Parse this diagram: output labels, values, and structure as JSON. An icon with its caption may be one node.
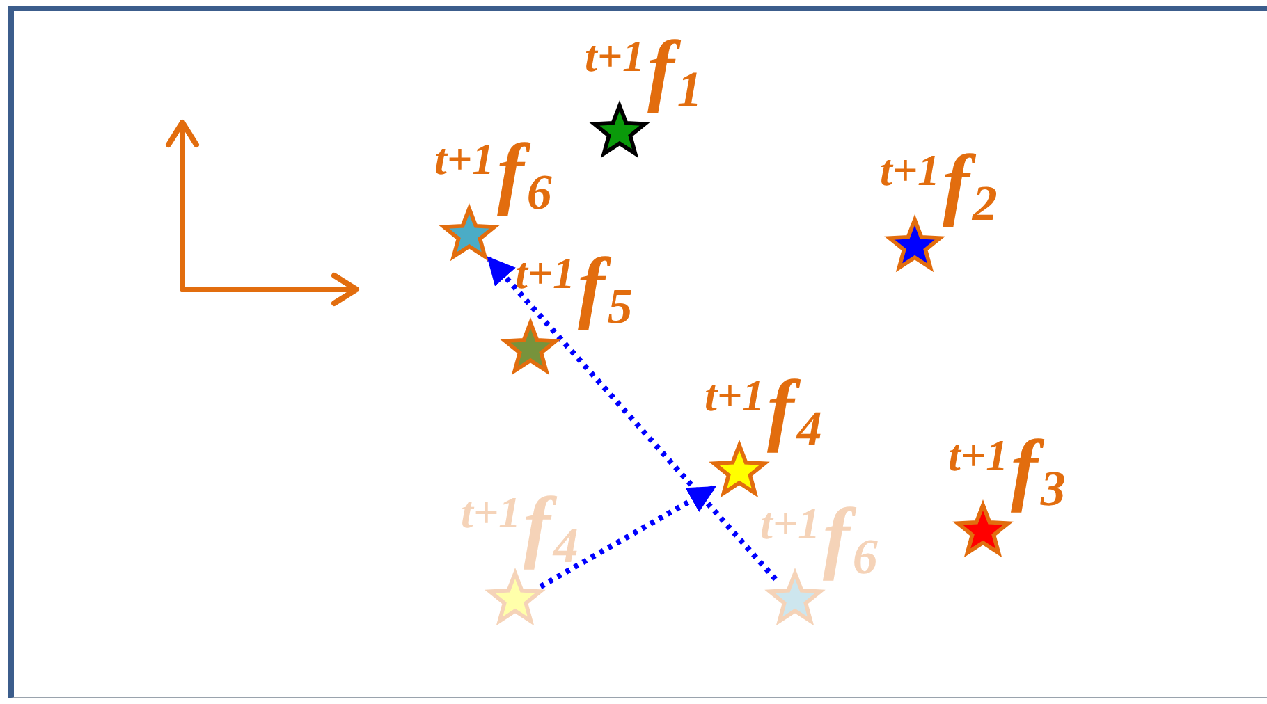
{
  "diagram": {
    "nodes": [
      {
        "text": [],
        "shape": "star",
        "beside": [
          "$^{t+1}$f$_{1}$"
        ]
      },
      {
        "text": [],
        "shape": "star",
        "beside": [
          "$^{t+1}$f$_{6}$"
        ]
      },
      {
        "text": [],
        "shape": "star",
        "beside": [
          "$^{t+1}$f$_{2}$"
        ]
      },
      {
        "text": [],
        "shape": "star",
        "beside": [
          "$^{t+1}$f$_{5}$"
        ]
      },
      {
        "text": [],
        "shape": "star",
        "beside": [
          "$^{t+1}$f$_{4}$"
        ]
      },
      {
        "text": [],
        "shape": "star",
        "beside": [
          "$^{t+1}$f$_{3}$"
        ]
      },
      {
        "text": [],
        "shape": "star",
        "beside": [
          "$^{t+1}$f$_{4}$"
        ]
      },
      {
        "text": [],
        "shape": "star",
        "beside": [
          "$^{t+1}$f$_{6}$"
        ]
      }
    ],
    "edges": [
      {
        "from": 6,
        "to": 4,
        "arrow": "to",
        "style": "dashed"
      },
      {
        "from": 7,
        "to": 1,
        "arrow": "to",
        "style": "dashed"
      }
    ]
  }
}
